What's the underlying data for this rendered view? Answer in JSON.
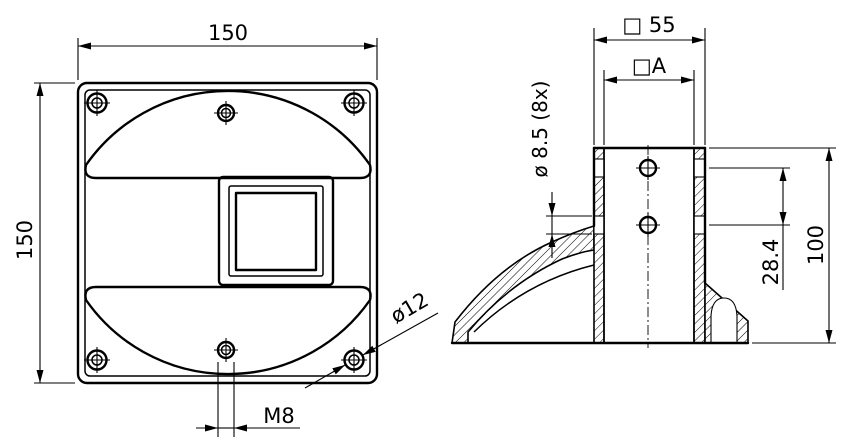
{
  "front_view": {
    "width_dim": "150",
    "height_dim": "150",
    "thread_dim": "M8",
    "hole_dim": "ø12"
  },
  "side_view": {
    "outer_square_dim": "□ 55",
    "inner_square_dim": "□A",
    "hole_dim": "ø 8.5 (8x)",
    "hole_spacing_dim": "28.4",
    "height_dim": "100"
  },
  "colors": {
    "line": "#000000",
    "background": "#ffffff"
  }
}
